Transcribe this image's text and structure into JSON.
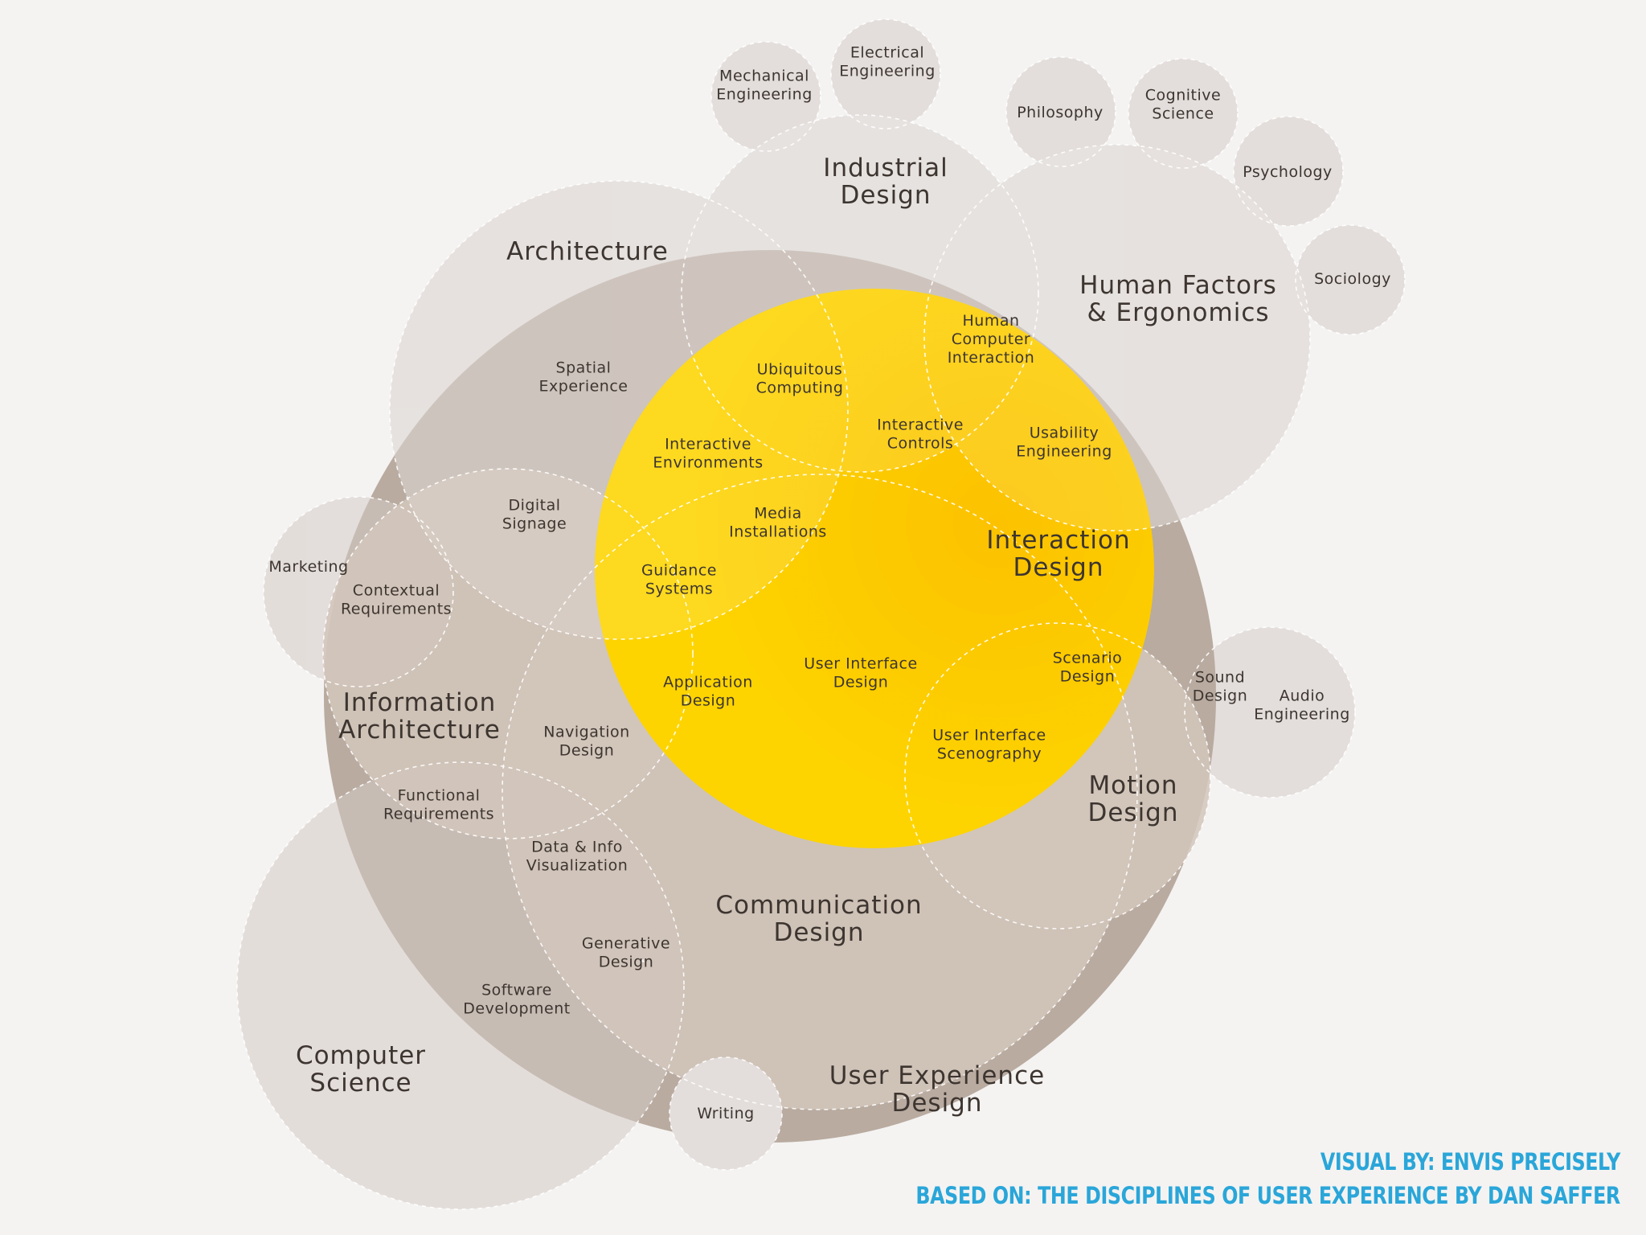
{
  "colors": {
    "background": "#f4f3f2",
    "outer_discipline": "#e3dedb",
    "ux_design": "#b9aba0",
    "inner_discipline": "#d2c5bb",
    "interaction_design": "#fdd400",
    "interaction_design_glow": "#fcc200",
    "label_text": "#3d3530",
    "credit_text": "#2aa6d9"
  },
  "disciplines": {
    "mechanical_engineering": [
      "Mechanical",
      "Engineering"
    ],
    "electrical_engineering": [
      "Electrical",
      "Engineering"
    ],
    "philosophy": [
      "Philosophy"
    ],
    "cognitive_science": [
      "Cognitive",
      "Science"
    ],
    "psychology": [
      "Psychology"
    ],
    "sociology": [
      "Sociology"
    ],
    "industrial_design": [
      "Industrial",
      "Design"
    ],
    "architecture": [
      "Architecture"
    ],
    "human_factors": [
      "Human Factors",
      "& Ergonomics"
    ],
    "marketing": [
      "Marketing"
    ],
    "computer_science": [
      "Computer",
      "Science"
    ],
    "writing": [
      "Writing"
    ],
    "audio_engineering": [
      "Audio",
      "Engineering"
    ],
    "user_experience_design": [
      "User Experience",
      "Design"
    ],
    "information_architecture": [
      "Information",
      "Architecture"
    ],
    "communication_design": [
      "Communication",
      "Design"
    ],
    "motion_design": [
      "Motion",
      "Design"
    ],
    "interaction_design": [
      "Interaction",
      "Design"
    ]
  },
  "sub_areas": {
    "spatial_experience": [
      "Spatial",
      "Experience"
    ],
    "ubiquitous_computing": [
      "Ubiquitous",
      "Computing"
    ],
    "human_computer_interaction": [
      "Human",
      "Computer",
      "Interaction"
    ],
    "interactive_controls": [
      "Interactive",
      "Controls"
    ],
    "usability_engineering": [
      "Usability",
      "Engineering"
    ],
    "interactive_environments": [
      "Interactive",
      "Environments"
    ],
    "digital_signage": [
      "Digital",
      "Signage"
    ],
    "media_installations": [
      "Media",
      "Installations"
    ],
    "guidance_systems": [
      "Guidance",
      "Systems"
    ],
    "contextual_requirements": [
      "Contextual",
      "Requirements"
    ],
    "application_design": [
      "Application",
      "Design"
    ],
    "user_interface_design": [
      "User Interface",
      "Design"
    ],
    "scenario_design": [
      "Scenario",
      "Design"
    ],
    "sound_design": [
      "Sound",
      "Design"
    ],
    "navigation_design": [
      "Navigation",
      "Design"
    ],
    "user_interface_scenography": [
      "User Interface",
      "Scenography"
    ],
    "functional_requirements": [
      "Functional",
      "Requirements"
    ],
    "data_info_visualization": [
      "Data & Info",
      "Visualization"
    ],
    "generative_design": [
      "Generative",
      "Design"
    ],
    "software_development": [
      "Software",
      "Development"
    ]
  },
  "credits": {
    "visual_by": "VISUAL BY: ENVIS PRECISELY",
    "based_on": "BASED ON: THE DISCIPLINES OF USER EXPERIENCE BY DAN SAFFER"
  }
}
